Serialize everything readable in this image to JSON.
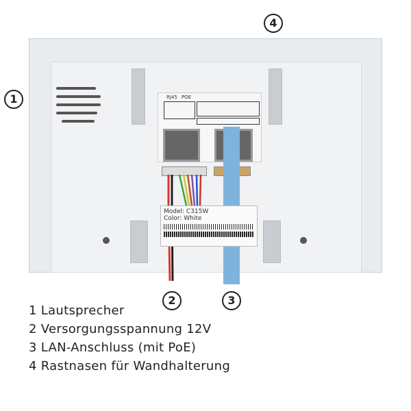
{
  "markers": {
    "m1": "1",
    "m2": "2",
    "m3": "3",
    "m4": "4"
  },
  "device": {
    "port_label_rj45": "RJ45",
    "port_label_poe": "POE",
    "model": "Model:  C315W",
    "color": "Color:  White"
  },
  "legend": [
    "1 Lautsprecher",
    "2 Versorgungsspannung 12V",
    "3 LAN-Anschluss (mit PoE)",
    "4 Rastnasen für Wandhalterung"
  ]
}
